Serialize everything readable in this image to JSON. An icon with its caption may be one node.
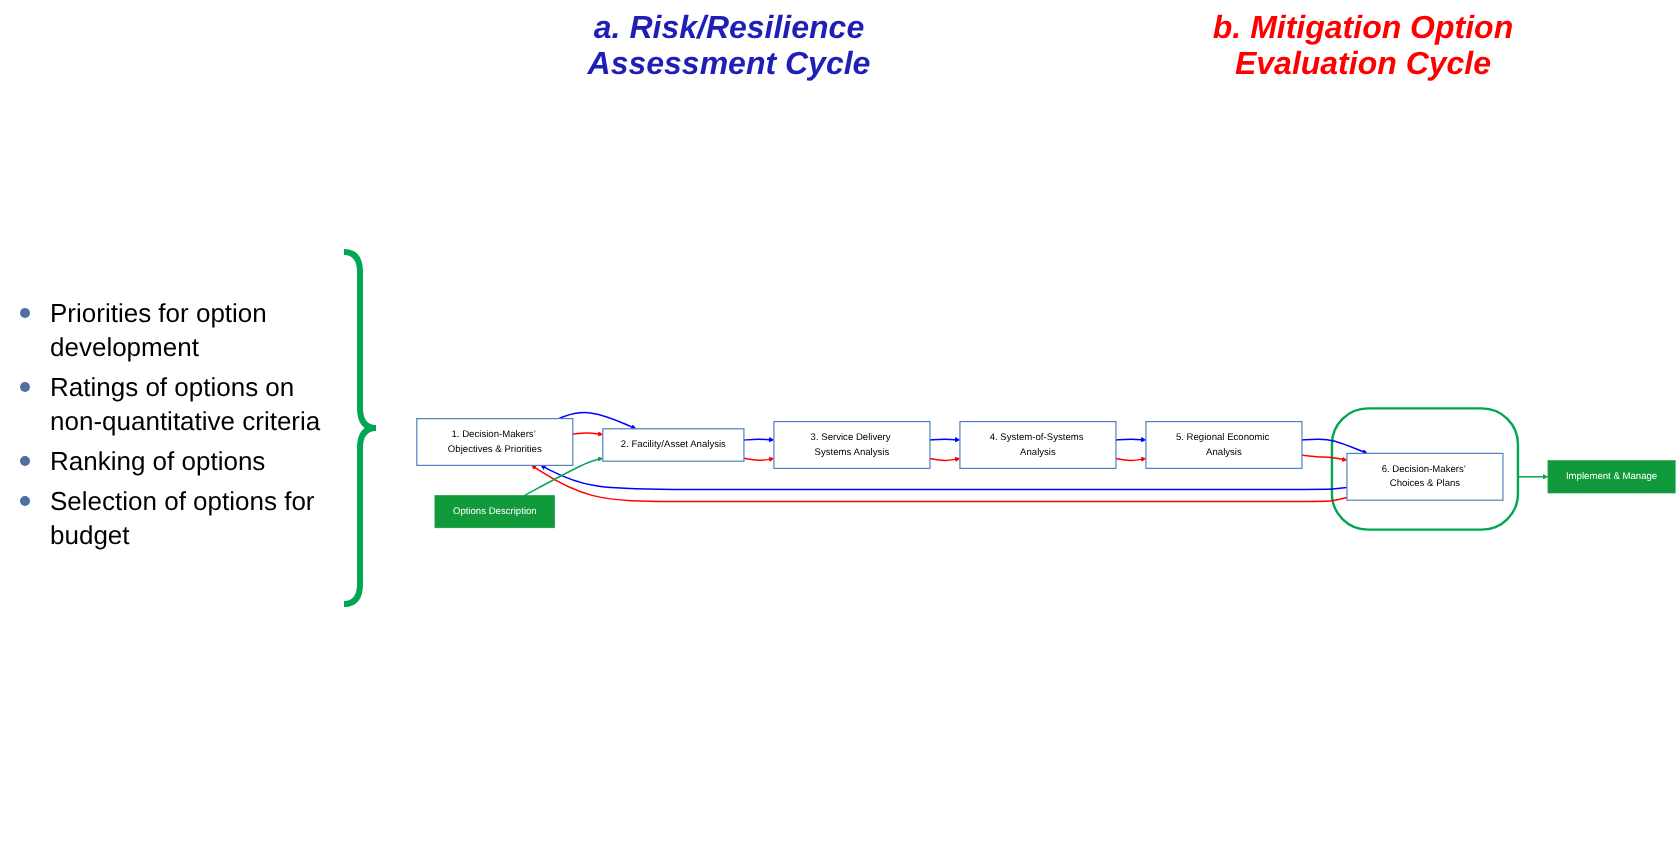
{
  "diagram": {
    "nodes": [
      {
        "text": [
          "1. Decision-Makers’ Objectives & Priorities"
        ]
      },
      {
        "text": [
          "2. Facility/Asset Analysis"
        ]
      },
      {
        "text": [
          "3. Service Delivery Systems Analysis"
        ]
      },
      {
        "text": [
          "4. System-of-Systems Analysis"
        ]
      },
      {
        "text": [
          "5. Regional Economic Analysis"
        ]
      },
      {
        "text": [],
        "shape": "ellipse"
      },
      {
        "text": [
          "6. Decision-Makers’ Choices & Plans"
        ],
        "in": 5
      },
      {
        "text": [
          "Implement & Manage"
        ]
      },
      {
        "text": [
          "Options Description"
        ]
      }
    ],
    "edges": [
      {
        "from": 0,
        "to": 1,
        "arrow": "to",
        "color": "#0000ff"
      },
      {
        "from": 1,
        "to": 2,
        "arrow": "to",
        "color": "#0000ff"
      },
      {
        "from": 2,
        "to": 3,
        "arrow": "to",
        "color": "#0000ff"
      },
      {
        "from": 3,
        "to": 4,
        "arrow": "to",
        "color": "#0000ff"
      },
      {
        "from": 4,
        "to": 6,
        "arrow": "to",
        "color": "#0000ff"
      },
      {
        "from": 6,
        "to": 0,
        "arrow": "to",
        "color": "#0000ff"
      },
      {
        "from": 0,
        "to": 1,
        "arrow": "to",
        "color": "#ff0000"
      },
      {
        "from": 1,
        "to": 2,
        "arrow": "to",
        "color": "#ff0000"
      },
      {
        "from": 2,
        "to": 3,
        "arrow": "to",
        "color": "#ff0000"
      },
      {
        "from": 3,
        "to": 4,
        "arrow": "to",
        "color": "#ff0000"
      },
      {
        "from": 4,
        "to": 6,
        "arrow": "to",
        "color": "#ff0000"
      },
      {
        "from": 6,
        "to": 0,
        "arrow": "to",
        "color": "#ff0000"
      },
      {
        "from": 5,
        "to": 7,
        "arrow": "to",
        "color": "#00a651"
      },
      {
        "from": 8,
        "to": 1,
        "arrow": "to",
        "color": "#00a651"
      }
    ],
    "labels": [
      "a. Risk/Resilience Assessment Cycle",
      "b. Mitigation Option Evaluation Cycle",
      "Priorities for option development",
      "Ratings of options on non-quantitative criteria",
      "Ranking of options",
      "Selection of options for budget"
    ]
  }
}
